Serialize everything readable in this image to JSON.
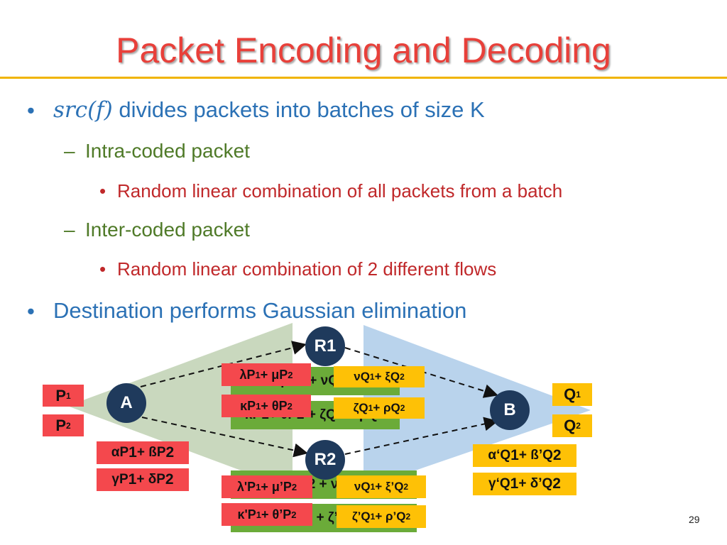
{
  "slide": {
    "title": "Packet Encoding and Decoding",
    "page_number": "29"
  },
  "bullets": {
    "b1_math": "src(f)",
    "b1_text": "divides packets into batches of size K",
    "b1a": "Intra-coded packet",
    "b1a_i": "Random linear combination of all packets from a batch",
    "b1b": "Inter-coded packet",
    "b1b_i": "Random linear combination of 2 different flows",
    "b2": "Destination performs Gaussian elimination",
    "bullet_glyph": "•",
    "dash_glyph": "–"
  },
  "nodes": {
    "a": "A",
    "b": "B",
    "r1": "R1",
    "r2": "R2"
  },
  "source_packets": {
    "p1": "P",
    "p1_sub": "1",
    "p2": "P",
    "p2_sub": "2"
  },
  "dest_packets": {
    "q1": "Q",
    "q1_sub": "1",
    "q2": "Q",
    "q2_sub": "2"
  },
  "a_labels": {
    "l1": [
      "αP",
      "1",
      "+ ßP",
      "2"
    ],
    "l2": [
      "γP",
      "1",
      "+ δP",
      "2"
    ]
  },
  "b_labels": {
    "l1": [
      "α‘Q",
      "1",
      "+ ß’Q",
      "2"
    ],
    "l2": [
      "γ‘Q",
      "1",
      "+ δ’Q",
      "2"
    ]
  },
  "r1_labels": {
    "red1": [
      "λP",
      "1",
      "+ μP",
      "2"
    ],
    "red2": [
      "κP",
      "1",
      "+ θP",
      "2"
    ],
    "yel1": [
      "νQ",
      "1",
      " + ξQ",
      "2"
    ],
    "yel2": [
      "ζQ",
      "1",
      " + ρQ",
      "2"
    ],
    "green1": "κP1+ μP2 + νQ1 + ξQ2",
    "green2": "κP1+ θP2 + ζQ1 + ρQ2"
  },
  "r2_labels": {
    "red1": [
      "λ'P",
      "1",
      "+ μ’P",
      "2"
    ],
    "red2": [
      "κ'P",
      "1",
      "+ θ’P",
      "2"
    ],
    "yel1": [
      "νQ",
      "1",
      " + ξ’Q",
      "2"
    ],
    "yel2": [
      "ζ’Q",
      "1",
      " + ρ’Q",
      "2"
    ],
    "green1": "λ'P1+ μ’P2 + νQ1 + ξ’Q2",
    "green2": "κ'P1+ θ’P2 + ζ’Q1 + ρ’Q2"
  },
  "colors": {
    "title": "#e8403a",
    "accent_rule": "#f0b400",
    "node_fill": "#1f3a5c",
    "packet_red": "#f4484d",
    "packet_yellow": "#fec106",
    "coded_green": "#6bab39",
    "flow_left_fan": "#c9d8be",
    "flow_right_fan": "#b9d3ec"
  }
}
